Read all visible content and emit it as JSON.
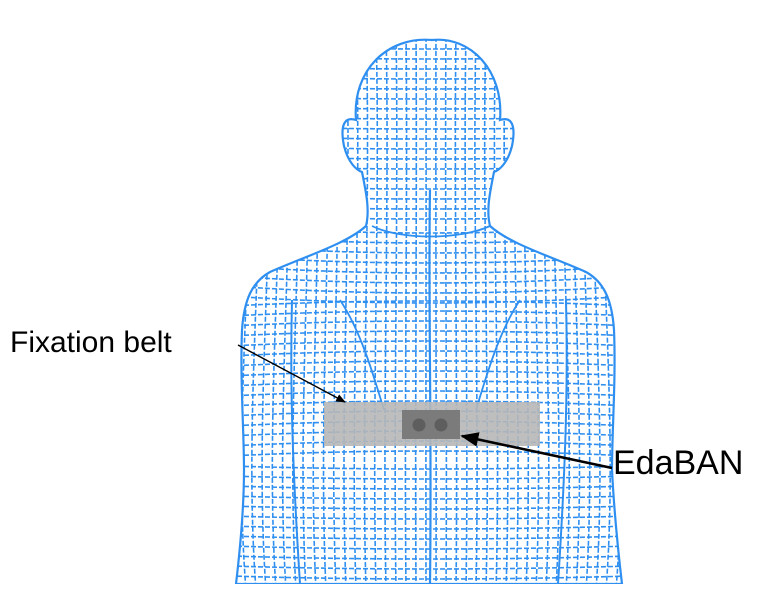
{
  "diagram": {
    "labels": {
      "belt": "Fixation belt",
      "device": "EdaBAN"
    },
    "parts": {
      "body": "human-back-mesh",
      "belt": "fixation-belt",
      "device": "edaban-sensor"
    },
    "colors": {
      "mesh": "#2f8ff0",
      "belt": "#b7b7b7",
      "device": "#7b7b7b",
      "device_contact": "#5e5e5e",
      "arrow": "#000000",
      "background": "#ffffff"
    }
  }
}
